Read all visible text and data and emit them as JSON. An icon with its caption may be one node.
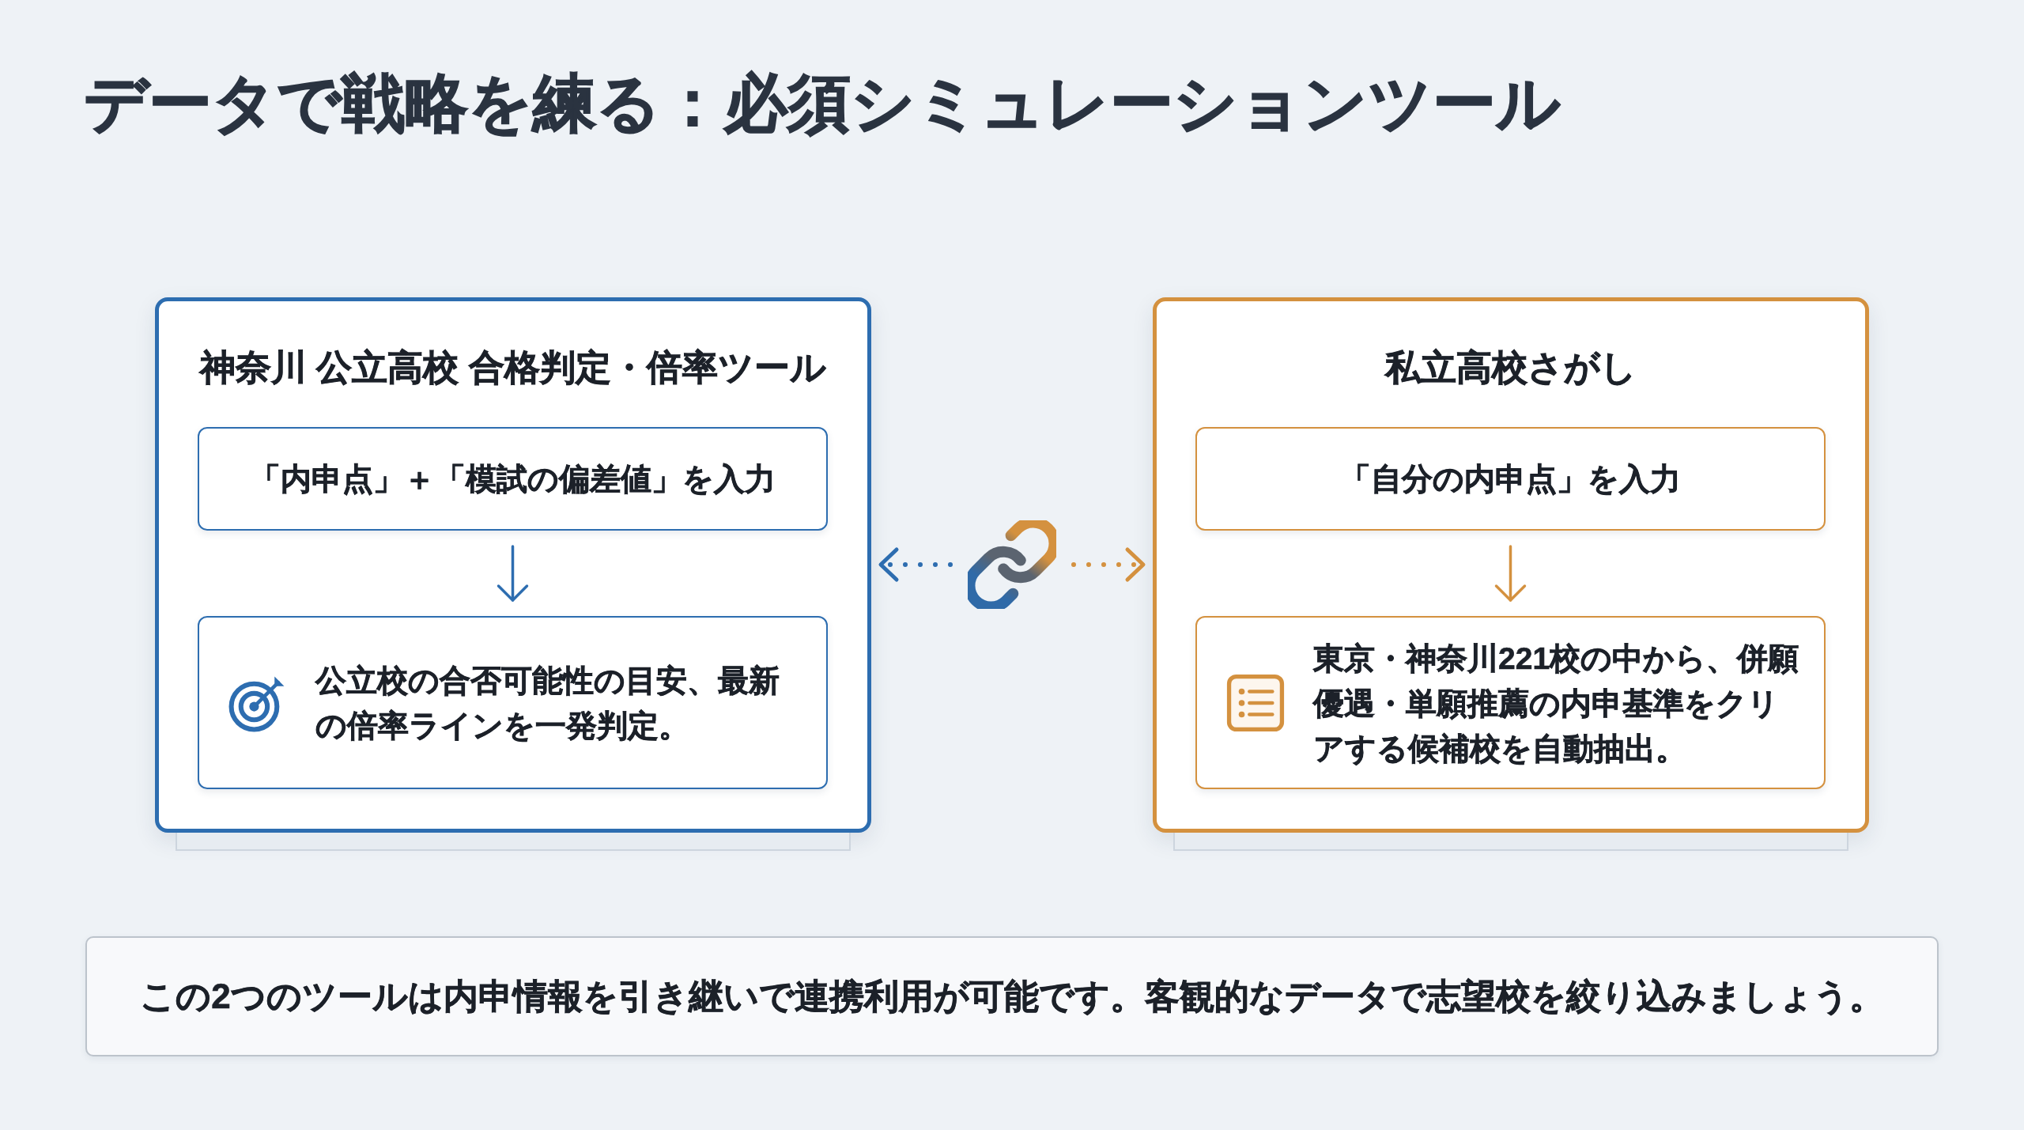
{
  "diagram": {
    "title": "データで戦略を練る：必須シミュレーションツール",
    "nodes": [
      {
        "text": [
          "神奈川 公立高校 合格判定・倍率ツール"
        ]
      },
      {
        "text": [
          "「内申点」＋「模試の偏差値」を入力"
        ],
        "in": 0
      },
      {
        "text": [
          "公立校の合否可能性の目安、最新の倍率ラインを一発判定。"
        ],
        "in": 0
      },
      {
        "text": [],
        "shape": "picture"
      },
      {
        "text": [
          "私立高校さがし"
        ]
      },
      {
        "text": [
          "「自分の内申点」を入力"
        ],
        "in": 4
      },
      {
        "text": [
          "東京・神奈川221校の中から、併願優遇・単願推薦の内申基準をクリアする候補校を自動抽出。"
        ],
        "in": 4
      },
      {
        "text": [
          "この2つのツールは内申情報を引き継いで連携利用が可能です。客観的なデータで志望校を絞り込みましょう。"
        ]
      }
    ],
    "edges": [
      {
        "from": 1,
        "to": 2,
        "arrow": "to",
        "color": "#2d6db0"
      },
      {
        "from": 5,
        "to": 6,
        "arrow": "to",
        "color": "#d4913f"
      },
      {
        "from": 3,
        "to": 0,
        "arrow": "to",
        "style": "dashed",
        "color": "#2d6db0"
      },
      {
        "from": 3,
        "to": 4,
        "arrow": "to",
        "style": "dashed",
        "color": "#d4913f"
      }
    ]
  }
}
